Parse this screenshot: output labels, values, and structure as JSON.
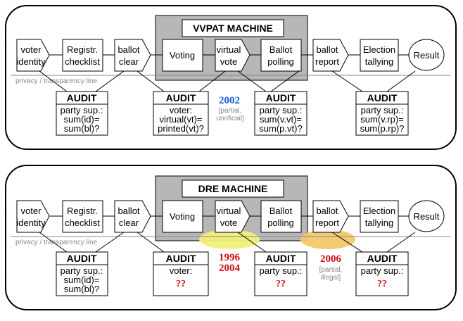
{
  "colors": {
    "machine_bg": "#b7b7b7",
    "year_blue": "#1a5fd1",
    "year_red": "#cc1111",
    "highlight_yellow": "#f0f07a",
    "highlight_orange": "#f3c86a",
    "note_grey": "#888888"
  },
  "panel_vvpat": {
    "machine_title": "VVPAT MACHINE",
    "nodes": {
      "voter_identity": [
        "voter",
        "identity"
      ],
      "registr_checklist": [
        "Registr.",
        "checklist"
      ],
      "ballot_clear": [
        "ballot",
        "clear"
      ],
      "voting": [
        "Voting"
      ],
      "virtual_vote": [
        "virtual",
        "vote"
      ],
      "ballot_polling": [
        "Ballot",
        "polling"
      ],
      "ballot_report": [
        "ballot",
        "report"
      ],
      "election_tallying": [
        "Election",
        "tallying"
      ],
      "result": [
        "Result"
      ]
    },
    "privacy_line": "privacy / transparency line",
    "audits": {
      "a1": {
        "title": "AUDIT",
        "lines": [
          "party sup.:",
          "sum(id)=",
          "sum(bl)?"
        ]
      },
      "a2": {
        "title": "AUDIT",
        "lines": [
          "voter:",
          "virtual(vt)=",
          "printed(vt)?"
        ]
      },
      "a3": {
        "title": "AUDIT",
        "lines": [
          "party sup.:",
          "sum(v.vt)=",
          "sum(p.vt)?"
        ]
      },
      "a4": {
        "title": "AUDIT",
        "lines": [
          "party sup.:",
          "sum(v.rp)=",
          "sum(p.rp)?"
        ]
      }
    },
    "year": "2002",
    "year_note": [
      "[partial,",
      "unoficial]"
    ]
  },
  "panel_dre": {
    "machine_title": "DRE MACHINE",
    "nodes": {
      "voter_identity": [
        "voter",
        "identity"
      ],
      "registr_checklist": [
        "Registr.",
        "checklist"
      ],
      "ballot_clear": [
        "ballot",
        "clear"
      ],
      "voting": [
        "Voting"
      ],
      "virtual_vote": [
        "virtual",
        "vote"
      ],
      "ballot_polling": [
        "Ballot",
        "polling"
      ],
      "ballot_report": [
        "ballot",
        "report"
      ],
      "election_tallying": [
        "Election",
        "tallying"
      ],
      "result": [
        "Result"
      ]
    },
    "privacy_line": "privacy / transparency line",
    "audits": {
      "a1": {
        "title": "AUDIT",
        "lines": [
          "party sup.:",
          "sum(id)=",
          "sum(bl)?"
        ]
      },
      "a2": {
        "title": "AUDIT",
        "lines": [
          "voter:",
          "??"
        ]
      },
      "a3": {
        "title": "AUDIT",
        "lines": [
          "party sup.:",
          "??"
        ]
      },
      "a4": {
        "title": "AUDIT",
        "lines": [
          "party sup.:",
          "??"
        ]
      }
    },
    "years_left": [
      "1996",
      "2004"
    ],
    "year_right": "2006",
    "year_right_note": [
      "[partial,",
      "illegal]"
    ]
  }
}
